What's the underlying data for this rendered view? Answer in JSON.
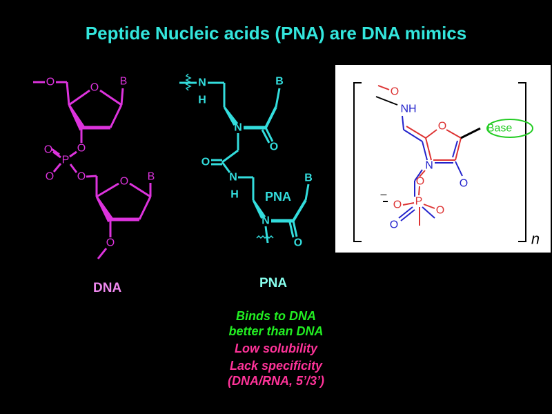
{
  "title": "Peptide Nucleic acids (PNA) are DNA mimics",
  "colors": {
    "title": "#33e6dd",
    "dna": "#dd33dd",
    "pna": "#33dddd",
    "green": "#22ee22",
    "pink": "#ff3399"
  },
  "dna": {
    "label": "DNA",
    "atoms": {
      "o1": "O",
      "o_ring1": "O",
      "b1": "B",
      "o3": "O",
      "p": "P",
      "o_dbl": "O",
      "o_minus": "O",
      "o5": "O",
      "o_ring2": "O",
      "b2": "B",
      "o_end": "O"
    }
  },
  "pna": {
    "label": "PNA",
    "inline_label": "PNA",
    "atoms": {
      "n1": "N",
      "h1": "H",
      "b1": "B",
      "n2": "N",
      "o1": "O",
      "o2": "O",
      "n3": "N",
      "h3": "H",
      "b2": "B",
      "n4": "N",
      "o3": "O"
    }
  },
  "hybrid": {
    "nh": "NH",
    "o_top": "O",
    "o_ring": "O",
    "base": "Base",
    "n": "N",
    "o_carbonyl": "O",
    "o_link": "O",
    "p": "P",
    "o_minus": "O",
    "o_right": "O",
    "o_left": "O",
    "minus": "–",
    "subscript": "n"
  },
  "notes": [
    "Binds to DNA",
    "better than DNA",
    "Low solubility",
    "Lack specificity",
    "(DNA/RNA, 5’/3’)"
  ]
}
